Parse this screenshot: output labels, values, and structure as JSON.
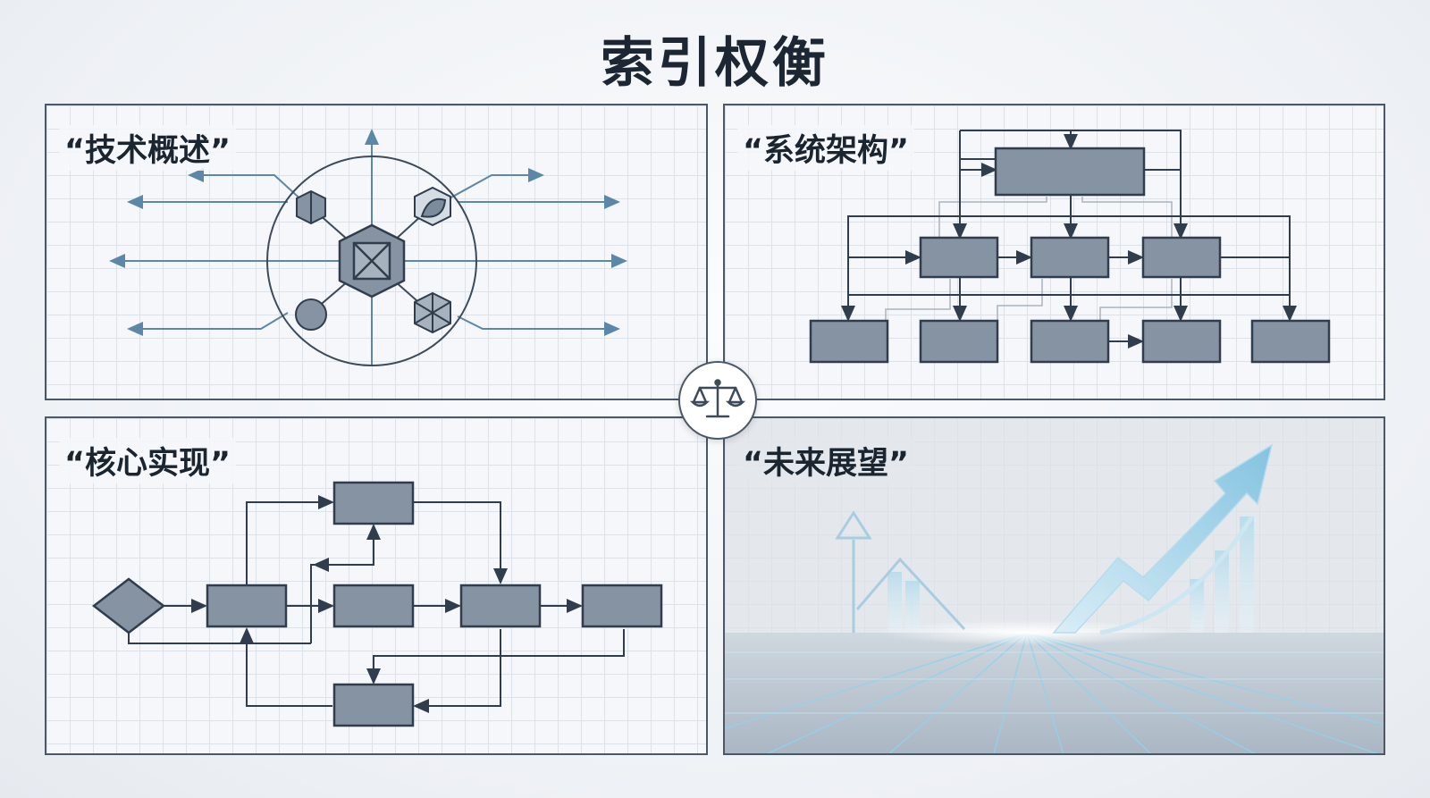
{
  "title": "索引权衡",
  "panels": {
    "overview": {
      "label": "“技术概述”"
    },
    "architecture": {
      "label": "“系统架构”"
    },
    "implementation": {
      "label": "“核心实现”"
    },
    "outlook": {
      "label": "“未来展望”"
    }
  },
  "icons": {
    "center": "balance-scale-icon"
  },
  "colors": {
    "box_fill": "#8593a3",
    "box_stroke": "#2f3d4c",
    "line": "#3c4b5b",
    "accent_blue": "#6fb6d8",
    "grid": "#dde2e8"
  }
}
